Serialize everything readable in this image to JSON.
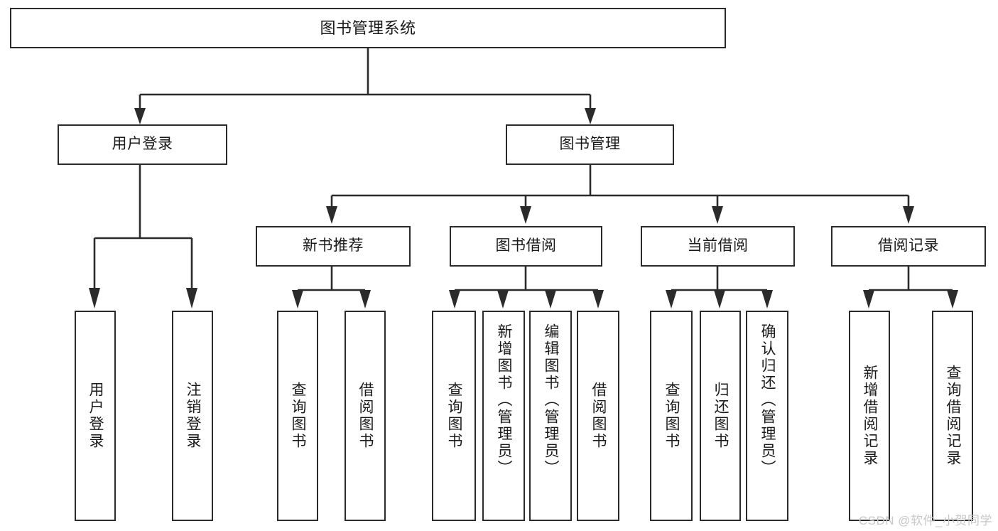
{
  "diagram": {
    "title": "图书管理系统",
    "type": "tree-hierarchy",
    "watermark": "CSDN @软件_小贺同学",
    "colors": {
      "box_border": "#2b2b2b",
      "box_fill": "#ffffff",
      "connector": "#2b2b2b",
      "text": "#1a1a1a",
      "watermark": "#c8c8c8",
      "background": "#ffffff"
    }
  },
  "root": {
    "label": "图书管理系统"
  },
  "level1": [
    {
      "label": "用户登录"
    },
    {
      "label": "图书管理"
    }
  ],
  "level2": [
    {
      "label": "新书推荐"
    },
    {
      "label": "图书借阅"
    },
    {
      "label": "当前借阅"
    },
    {
      "label": "借阅记录"
    }
  ],
  "leaves": {
    "user_login": [
      {
        "label": "用户登录"
      },
      {
        "label": "注销登录"
      }
    ],
    "new_book_recommend": [
      {
        "label": "查询图书"
      },
      {
        "label": "借阅图书"
      }
    ],
    "book_borrow": [
      {
        "label": "查询图书"
      },
      {
        "label": "新增图书（管理员）"
      },
      {
        "label": "编辑图书（管理员）"
      },
      {
        "label": "借阅图书"
      }
    ],
    "current_borrow": [
      {
        "label": "查询图书"
      },
      {
        "label": "归还图书"
      },
      {
        "label": "确认归还（管理员）"
      }
    ],
    "borrow_record": [
      {
        "label": "新增借阅记录"
      },
      {
        "label": "查询借阅记录"
      }
    ]
  }
}
